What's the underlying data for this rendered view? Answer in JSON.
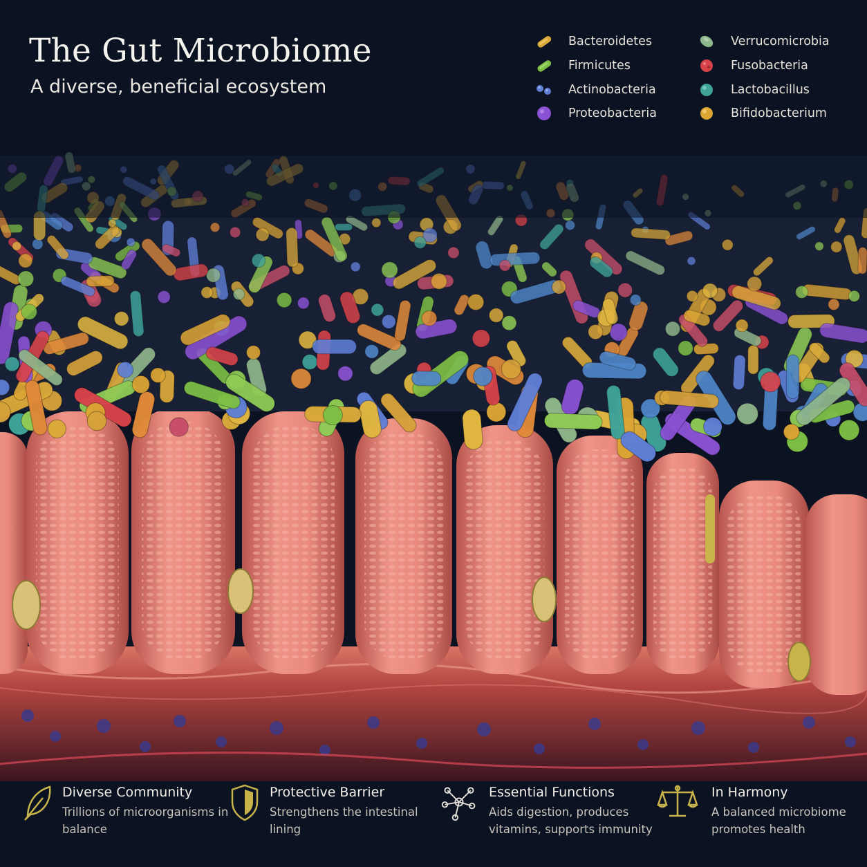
{
  "header": {
    "title": "The Gut Microbiome",
    "subtitle": "A diverse, beneficial ecosystem"
  },
  "legend": [
    {
      "label": "Bacteroidetes",
      "color": "#d9a93a",
      "icon": "rod-bacterium-icon"
    },
    {
      "label": "Firmicutes",
      "color": "#7dbf45",
      "icon": "rod-bacterium-icon"
    },
    {
      "label": "Actinobacteria",
      "color": "#5f7fd6",
      "icon": "cocci-pair-icon"
    },
    {
      "label": "Proteobacteria",
      "color": "#8a52d3",
      "icon": "coccus-icon"
    },
    {
      "label": "Verrucomicrobia",
      "color": "#8fb58a",
      "icon": "oval-bacterium-icon"
    },
    {
      "label": "Fusobacteria",
      "color": "#d8434a",
      "icon": "coccus-icon"
    },
    {
      "label": "Lactobacillus",
      "color": "#3fa39a",
      "icon": "coccus-icon"
    },
    {
      "label": "Bifidobacterium",
      "color": "#dca534",
      "icon": "coccus-icon"
    }
  ],
  "features": [
    {
      "title": "Diverse Community",
      "description": "Trillions of microorganisms in balance",
      "icon": "leaf-icon"
    },
    {
      "title": "Protective Barrier",
      "description": "Strengthens the intestinal lining",
      "icon": "shield-icon"
    },
    {
      "title": "Essential Functions",
      "description": "Aids digestion, produces vitamins, supports immunity",
      "icon": "network-icon"
    },
    {
      "title": "In Harmony",
      "description": "A balanced microbiome promotes health",
      "icon": "scales-icon"
    }
  ],
  "colors": {
    "background": "#0b1222",
    "tissue": "#e07f73",
    "accent": "#c8b44a"
  }
}
